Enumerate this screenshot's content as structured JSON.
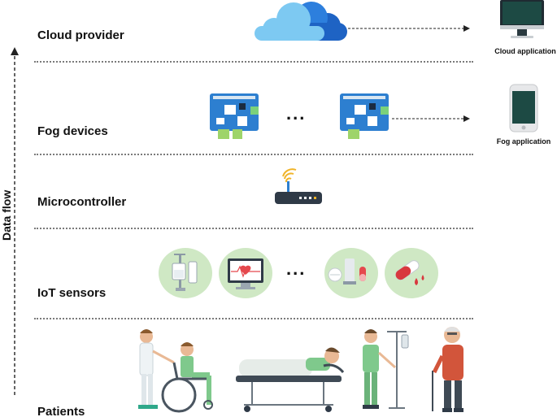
{
  "diagram": {
    "axis_title": "Data flow",
    "layers": [
      {
        "id": "cloud",
        "label": "Cloud provider"
      },
      {
        "id": "fog",
        "label": "Fog devices"
      },
      {
        "id": "micro",
        "label": "Microcontroller"
      },
      {
        "id": "iot",
        "label": "IoT sensors"
      },
      {
        "id": "patients",
        "label": "Patients"
      }
    ],
    "applications": {
      "cloud": "Cloud application",
      "fog": "Fog application"
    },
    "ellipsis": "...",
    "icons": [
      "cloud-icon",
      "monitor-icon",
      "smartphone-icon",
      "fog-board-icon",
      "wifi-router-icon",
      "iv-drip-sensor-icon",
      "heart-monitor-icon",
      "pills-sensor-icon",
      "blood-sensor-icon",
      "doctor-wheelchair-icon",
      "stretcher-patient-icon",
      "nurse-iv-icon",
      "elderly-patient-icon"
    ],
    "colors": {
      "cloud_light": "#7dc9f2",
      "cloud_dark": "#1e63c4",
      "board": "#2d7fd0",
      "sensor_bg": "#cfe8c4",
      "router": "#2f3a47"
    }
  }
}
